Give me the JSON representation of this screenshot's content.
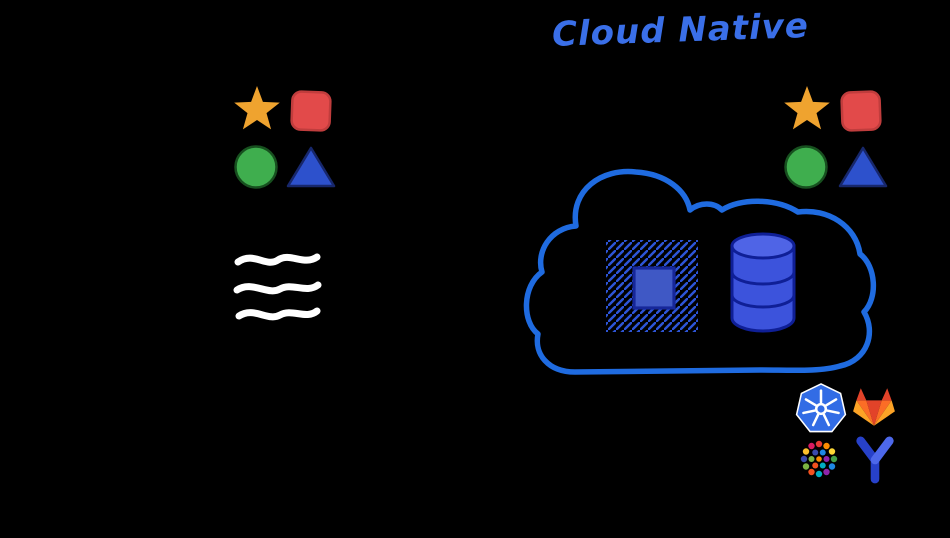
{
  "title": {
    "text": "Cloud Native"
  },
  "colors": {
    "background": "#000000",
    "title": "#3a6fe8",
    "star": "#efa32f",
    "square": "#e24a4a",
    "square_border": "#c03d3d",
    "circle": "#3fae4e",
    "circle_border": "#17501f",
    "triangle": "#2d51cc",
    "triangle_border": "#17276b",
    "stack": "#ffffff",
    "cloud": "#1f6be0",
    "chip": "#2d55d8",
    "chip_fill": "#4a67e8",
    "chip_border": "#16279a",
    "db_fill": "#3c53dc",
    "db_top": "#4f64e6",
    "db_line": "#0f1f96",
    "k8s": "#326ce5",
    "gitlab_red": "#e24329",
    "gitlab_orange": "#fc6d26",
    "gitlab_yellow": "#fca326",
    "ylogo": "#2741c9",
    "ylogo_light": "#4d68ea"
  },
  "groups": {
    "left": {
      "name": "traditional-stack",
      "shapes": [
        "star",
        "rounded-square",
        "circle",
        "triangle"
      ],
      "stack_lines": 3
    },
    "right": {
      "name": "cloud-native-stack",
      "shapes": [
        "star",
        "rounded-square",
        "circle",
        "triangle"
      ]
    }
  },
  "cloud": {
    "contains": [
      "cpu-chip",
      "database-cylinder"
    ]
  },
  "tool_icons": [
    "kubernetes",
    "gitlab",
    "hex-cluster",
    "y-logo"
  ],
  "hex_palette": [
    "#e53935",
    "#fb8c00",
    "#fdd835",
    "#43a047",
    "#1e88e5",
    "#8e24aa",
    "#00acc1",
    "#f4511e",
    "#7cb342",
    "#3949ab",
    "#fbc02d",
    "#d81b60"
  ]
}
